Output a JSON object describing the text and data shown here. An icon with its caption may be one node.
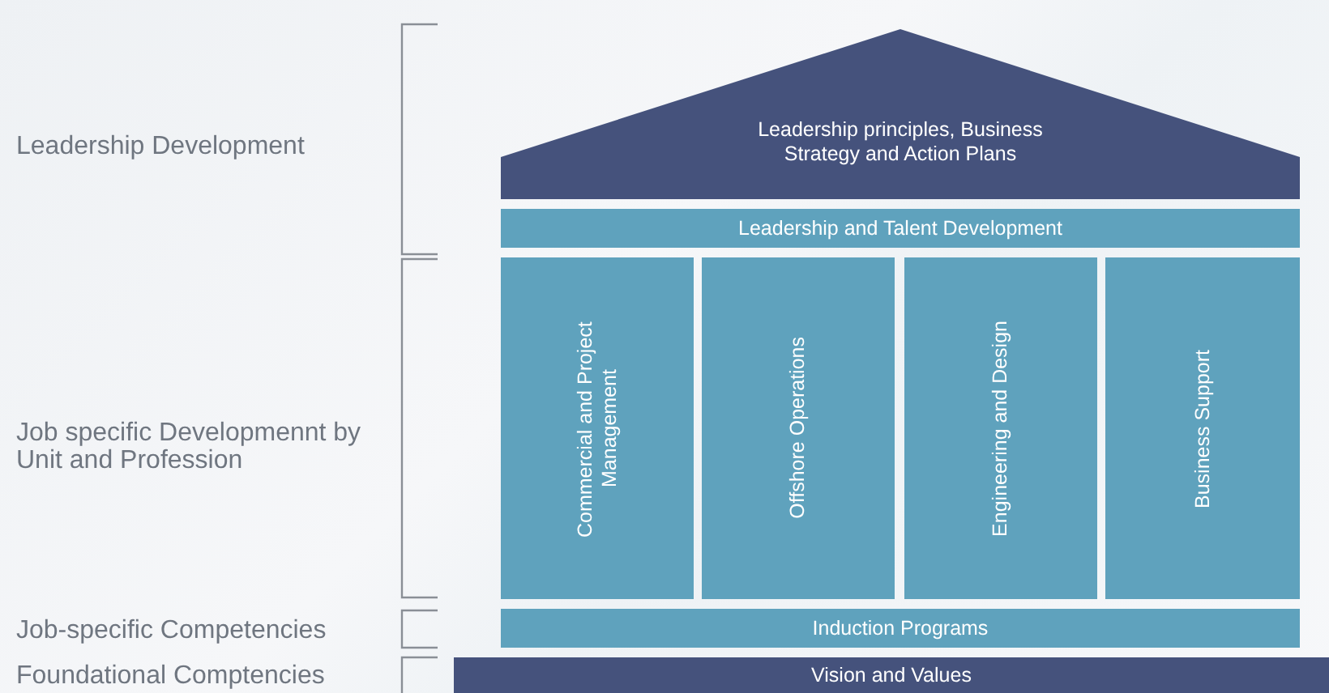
{
  "diagram": {
    "nodes": [
      {
        "text": [
          "Leadership principles, Business Strategy and Action Plans"
        ]
      },
      {
        "text": [
          "Leadership and Talent Development"
        ]
      },
      {
        "text": [
          "Commercial and Project Management"
        ]
      },
      {
        "text": [
          "Offshore Operations"
        ]
      },
      {
        "text": [
          "Engineering and Design"
        ]
      },
      {
        "text": [
          "Business Support"
        ]
      },
      {
        "text": [
          "Induction Programs"
        ]
      },
      {
        "text": [
          "Vision and Values"
        ]
      }
    ],
    "labels": [
      "Leadership Development",
      "Job specific Developmennt by Unit and Profession",
      "Job-specific Competencies",
      "Foundational Comptencies"
    ]
  }
}
